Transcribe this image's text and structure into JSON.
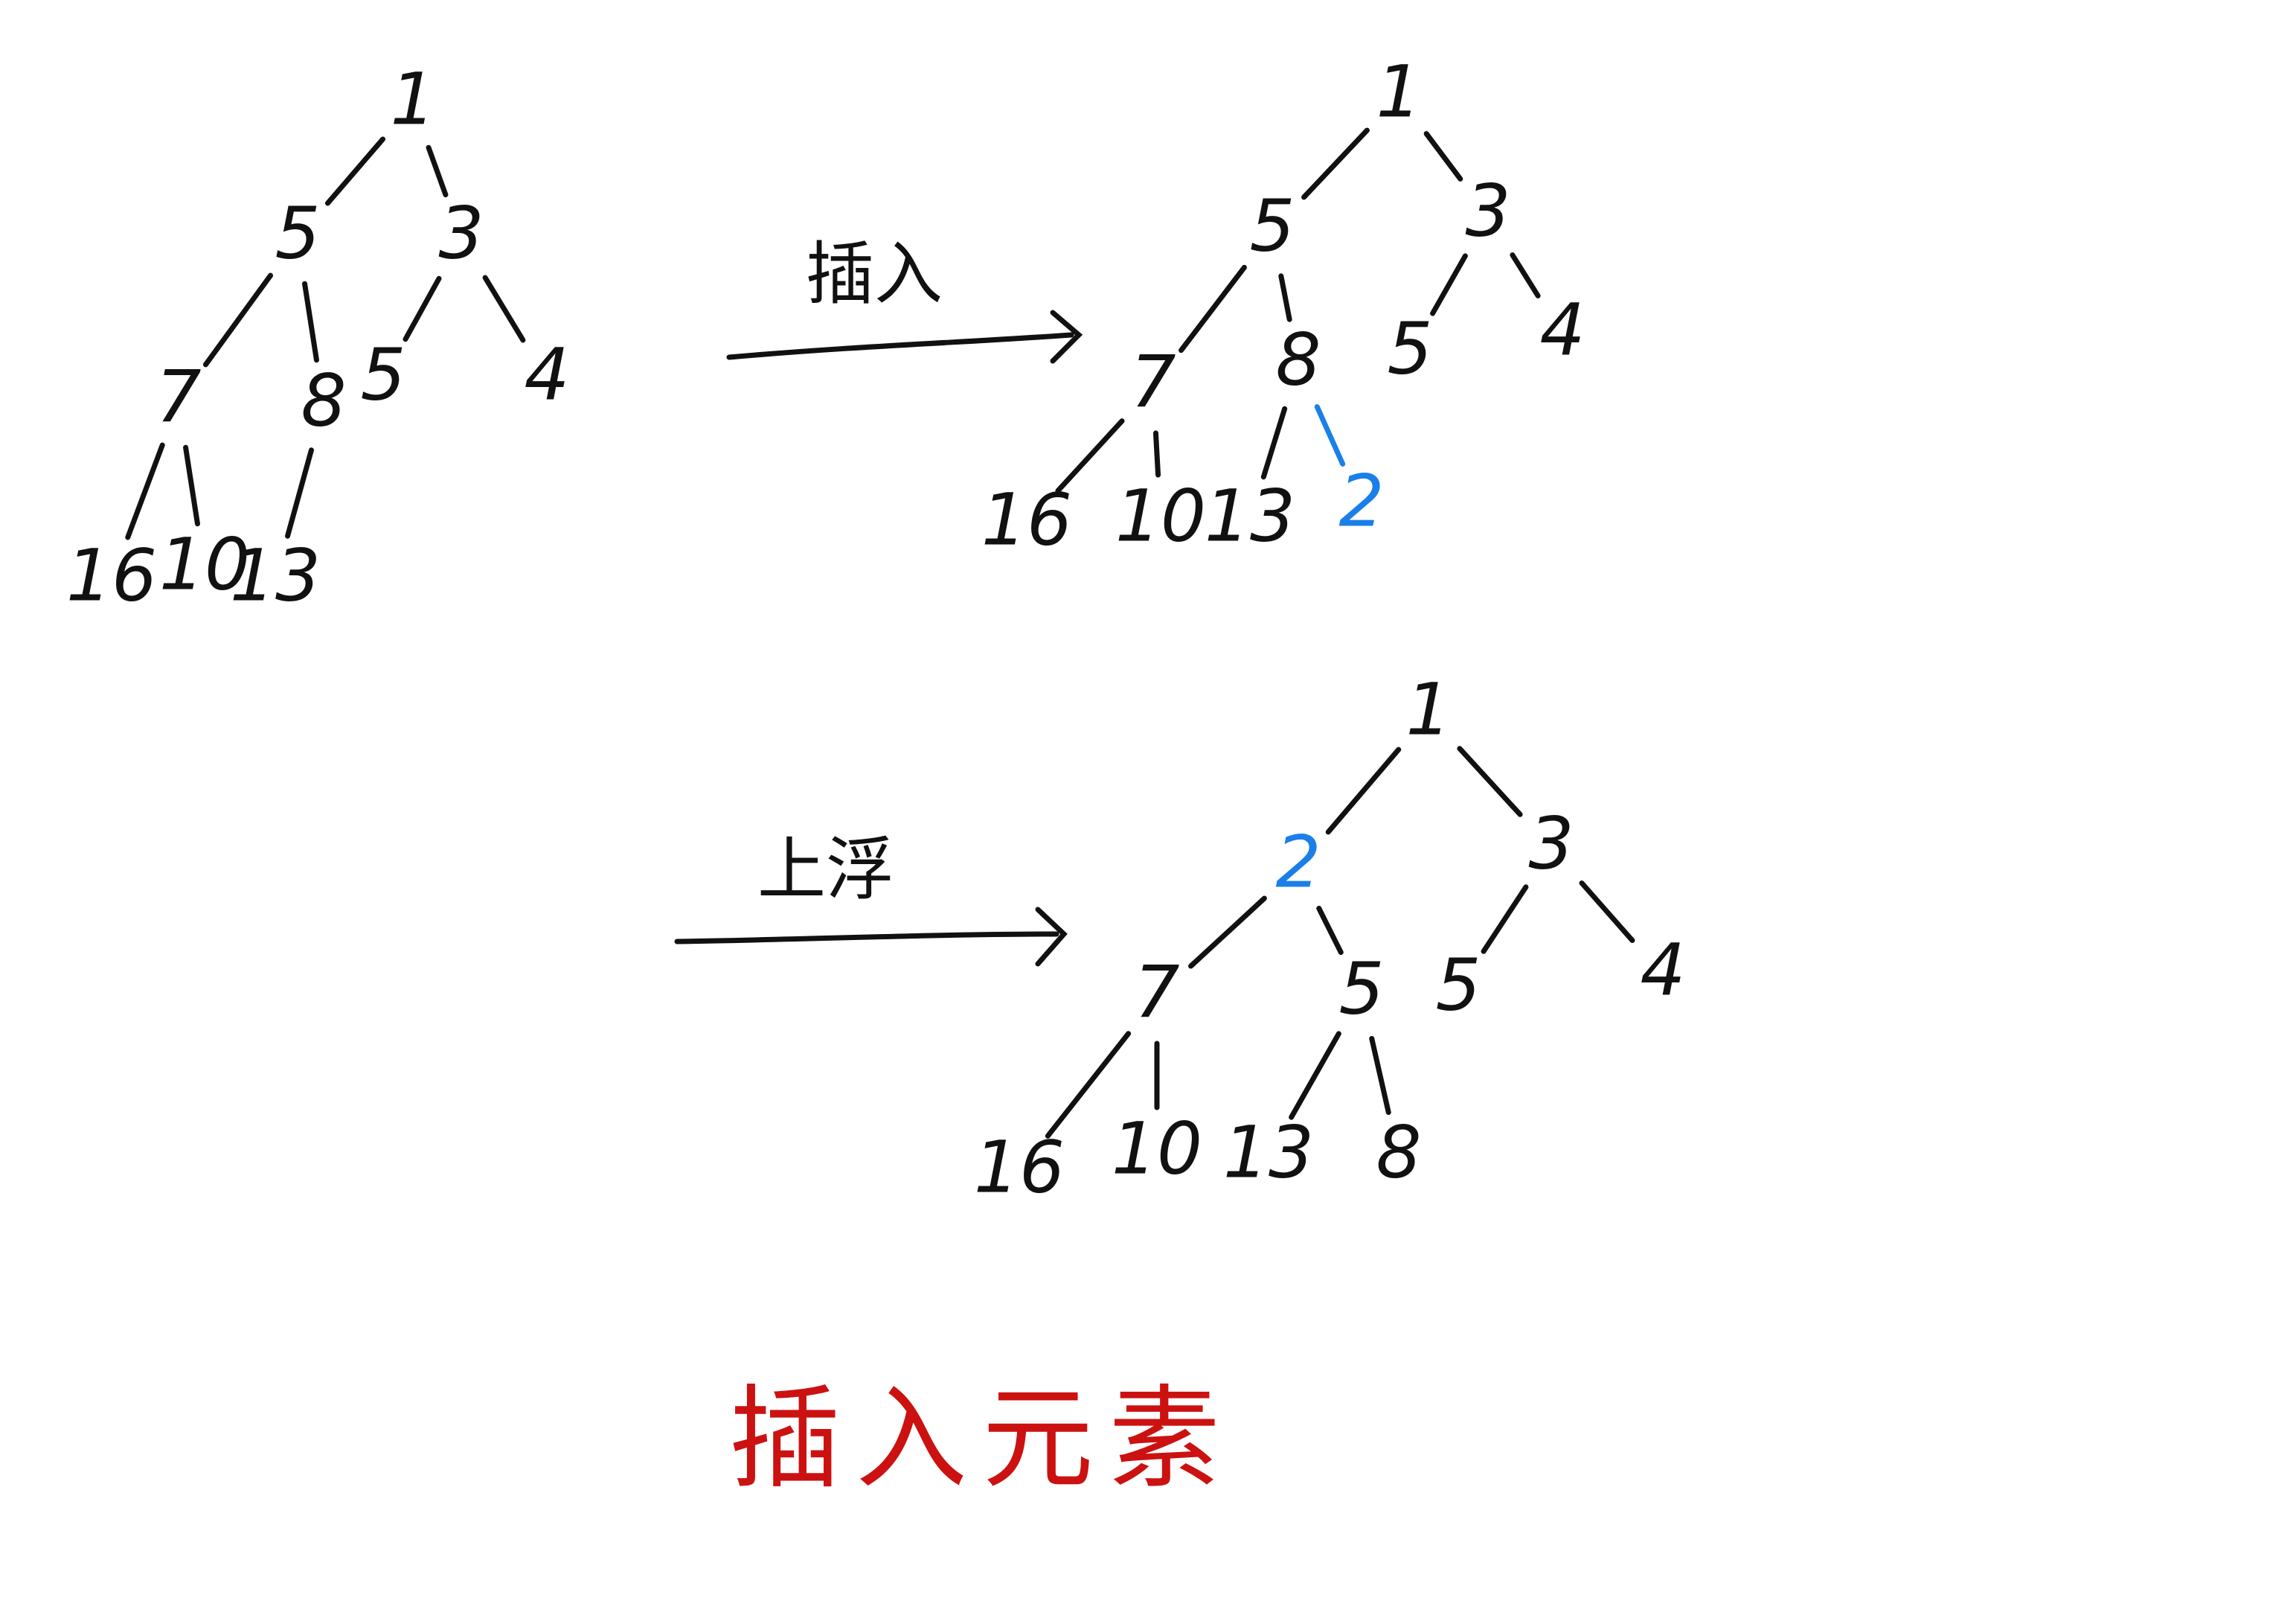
{
  "colors": {
    "ink": "#111111",
    "highlight": "#1a7fe8",
    "caption": "#cc1111"
  },
  "trees": [
    {
      "id": "tree-original",
      "nodes": [
        "1",
        "5",
        "3",
        "7",
        "8",
        "5",
        "4",
        "16",
        "10",
        "13"
      ],
      "edges": [
        [
          0,
          1
        ],
        [
          0,
          2
        ],
        [
          1,
          3
        ],
        [
          1,
          4
        ],
        [
          2,
          5
        ],
        [
          2,
          6
        ],
        [
          3,
          7
        ],
        [
          3,
          8
        ],
        [
          4,
          9
        ]
      ],
      "highlight_nodes": [],
      "highlight_edges": []
    },
    {
      "id": "tree-after-insert",
      "nodes": [
        "1",
        "5",
        "3",
        "7",
        "8",
        "5",
        "4",
        "16",
        "10",
        "13",
        "2"
      ],
      "edges": [
        [
          0,
          1
        ],
        [
          0,
          2
        ],
        [
          1,
          3
        ],
        [
          1,
          4
        ],
        [
          2,
          5
        ],
        [
          2,
          6
        ],
        [
          3,
          7
        ],
        [
          3,
          8
        ],
        [
          4,
          9
        ],
        [
          4,
          10
        ]
      ],
      "highlight_nodes": [
        10
      ],
      "highlight_edges": [
        9
      ]
    },
    {
      "id": "tree-after-sift-up",
      "nodes": [
        "1",
        "2",
        "3",
        "7",
        "5",
        "5",
        "4",
        "16",
        "10",
        "13",
        "8"
      ],
      "edges": [
        [
          0,
          1
        ],
        [
          0,
          2
        ],
        [
          1,
          3
        ],
        [
          1,
          4
        ],
        [
          2,
          5
        ],
        [
          2,
          6
        ],
        [
          3,
          7
        ],
        [
          3,
          8
        ],
        [
          4,
          9
        ],
        [
          4,
          10
        ]
      ],
      "highlight_nodes": [
        1
      ],
      "highlight_edges": []
    }
  ],
  "arrows": [
    {
      "label": "插入"
    },
    {
      "label": "上浮"
    }
  ],
  "caption": "插入元素"
}
